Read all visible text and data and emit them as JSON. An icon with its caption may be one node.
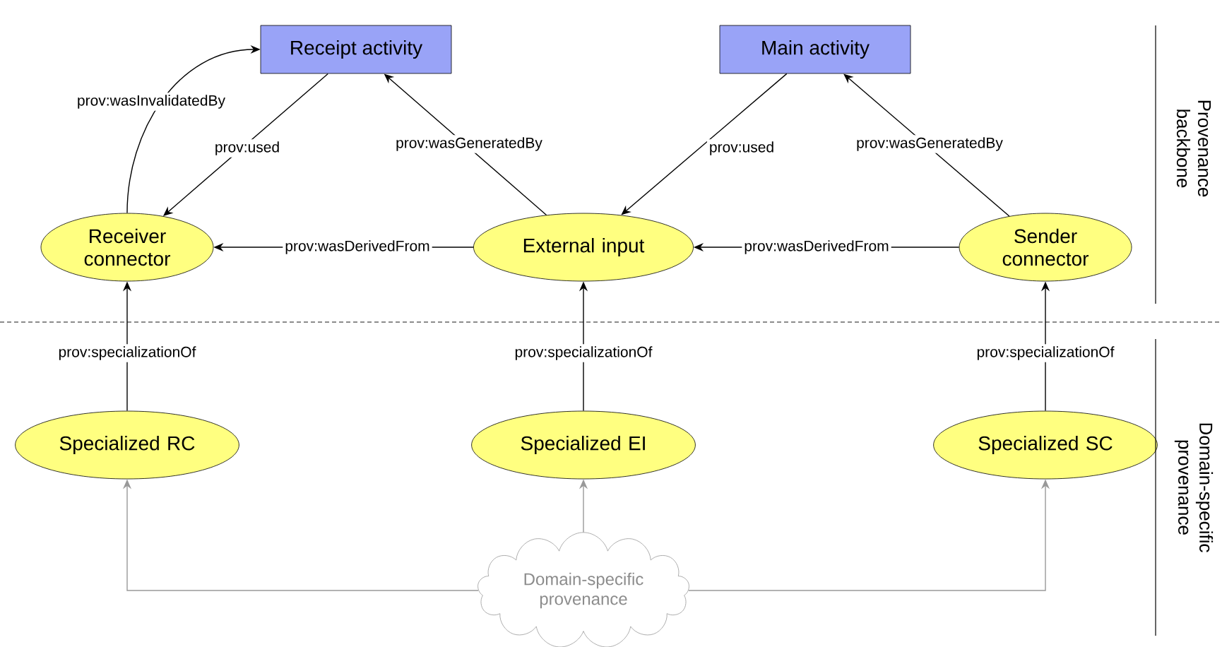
{
  "diagram": {
    "nodes": [
      {
        "text": [
          "Receipt activity"
        ]
      },
      {
        "text": [
          "Main activity"
        ]
      },
      {
        "text": [
          "Receiver connector"
        ]
      },
      {
        "text": [
          "External input"
        ]
      },
      {
        "text": [
          "Sender connector"
        ]
      },
      {
        "text": [
          "Specialized RC"
        ]
      },
      {
        "text": [
          "Specialized EI"
        ]
      },
      {
        "text": [
          "Specialized SC"
        ]
      },
      {
        "text": [
          "Domain-specific provenance"
        ]
      }
    ],
    "edges": [
      {
        "from": 2,
        "to": 0,
        "arrow": "to",
        "label": "prov:wasInvalidatedBy"
      },
      {
        "from": 0,
        "to": 2,
        "arrow": "to",
        "label": "prov:used"
      },
      {
        "from": 3,
        "to": 0,
        "arrow": "to",
        "label": "prov:wasGeneratedBy"
      },
      {
        "from": 1,
        "to": 3,
        "arrow": "to",
        "label": "prov:used"
      },
      {
        "from": 4,
        "to": 1,
        "arrow": "to",
        "label": "prov:wasGeneratedBy"
      },
      {
        "from": 3,
        "to": 2,
        "arrow": "to",
        "label": "prov:wasDerivedFrom"
      },
      {
        "from": 4,
        "to": 3,
        "arrow": "to",
        "label": "prov:wasDerivedFrom"
      },
      {
        "from": 5,
        "to": 2,
        "arrow": "to",
        "label": "prov:specializationOf"
      },
      {
        "from": 6,
        "to": 3,
        "arrow": "to",
        "label": "prov:specializationOf"
      },
      {
        "from": 7,
        "to": 4,
        "arrow": "to",
        "label": "prov:specializationOf"
      },
      {
        "from": 8,
        "to": 5,
        "arrow": "to",
        "color": "#999999"
      },
      {
        "from": 8,
        "to": 6,
        "arrow": "to",
        "color": "#999999"
      },
      {
        "from": 8,
        "to": 7,
        "arrow": "to",
        "color": "#999999"
      }
    ],
    "labels": [
      "Provenance backbone",
      "Domain-specific provenance"
    ]
  }
}
